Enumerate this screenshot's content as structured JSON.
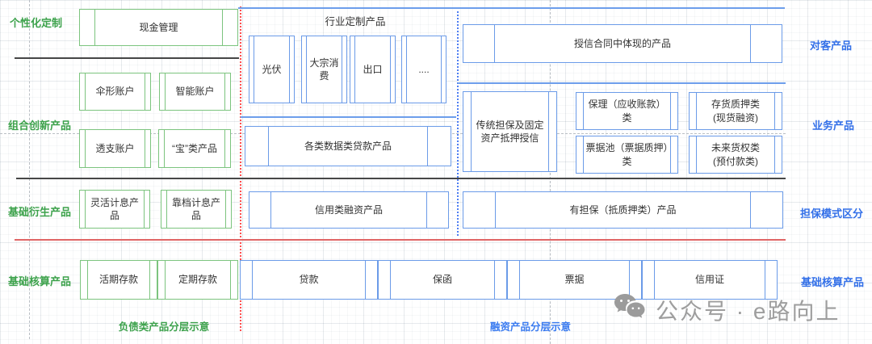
{
  "left_labels": {
    "personalized": "个性化定制",
    "combo": "组合创新产品",
    "derived": "基础衍生产品",
    "core": "基础核算产品"
  },
  "right_labels": {
    "customer": "对客产品",
    "business": "业务产品",
    "guarantee": "担保模式区分",
    "core": "基础核算产品"
  },
  "personalized": {
    "cash_mgmt": "现金管理"
  },
  "combo": {
    "boxes": [
      "伞形账户",
      "智能账户",
      "透支账户",
      "“宝”类产品"
    ]
  },
  "derived": {
    "boxes": [
      "灵活计息产品",
      "靠档计息产品"
    ]
  },
  "industry": {
    "title": "行业定制产品",
    "boxes": [
      "光伏",
      "大宗消费",
      "出口",
      "...."
    ],
    "data_loan": "各类数据类贷款产品",
    "credit": "信用类融资产品"
  },
  "customer": {
    "box": "授信合同中体现的产品"
  },
  "business": {
    "tall_box": "传统担保及固定资产抵押授信",
    "boxes": [
      "保理（应收账款）类",
      "存货质押类\n(现货融资)",
      "票据池（票据质押）类",
      "未来货权类\n(预付款类)"
    ],
    "secured": "有担保（抵质押类）产品"
  },
  "core_strip": {
    "green_cells": [
      "活期存款",
      "定期存款"
    ],
    "blue_cells": [
      "贷款",
      "保函",
      "票据",
      "信用证"
    ]
  },
  "footers": {
    "left": "负债类产品分层示意",
    "right": "融资产品分层示意"
  },
  "watermark": {
    "text": "公众号 · e路向上"
  },
  "colors": {
    "green_border": "#7cc47e",
    "green_text": "#3da24c",
    "blue_border": "#6b9be8",
    "blue_text": "#3370e8",
    "dark_line": "#474747",
    "red_line": "#e06666",
    "red_dotted": "#ff4d4d",
    "blue_dotted": "#4d7df2",
    "gray_dashed": "#b9bec4",
    "watermark_gray": "#9e9e9e"
  }
}
